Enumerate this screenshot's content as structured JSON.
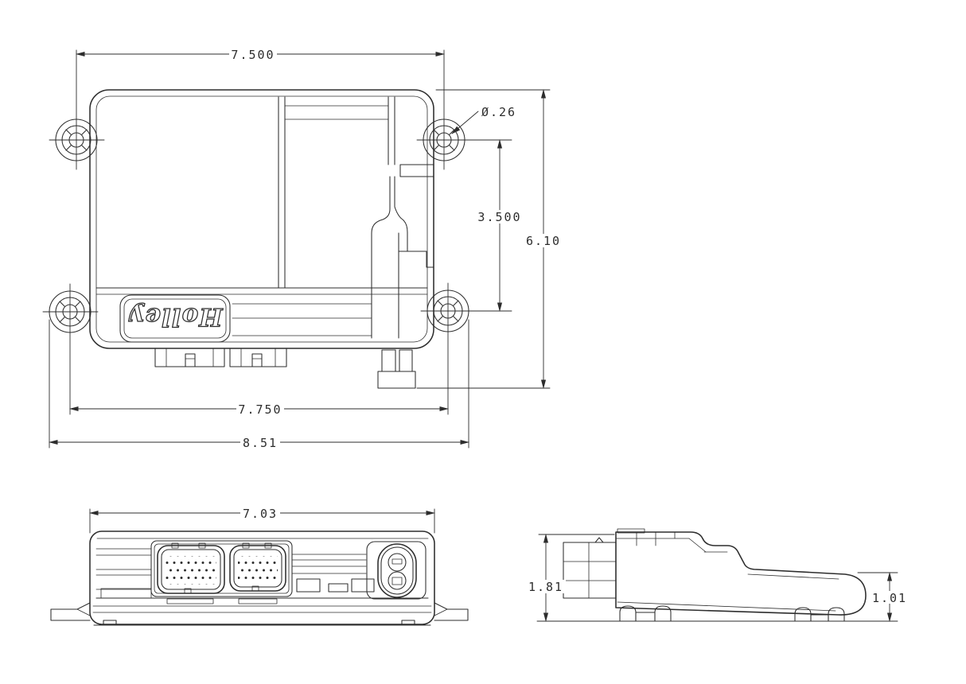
{
  "drawing": {
    "background": "#ffffff",
    "line_color": "#2d2d2d",
    "logo_text": "Holley",
    "views": {
      "top_view": {
        "name": "top-plan-view",
        "dimensions": {
          "top_hole_spacing": "7.500",
          "mounting_hole_diameter": "Ø.26",
          "right_hole_vertical_spacing": "3.500",
          "overall_height": "6.10",
          "bottom_hole_spacing": "7.750",
          "overall_width": "8.51"
        }
      },
      "front_view": {
        "name": "front-connector-view",
        "dimensions": {
          "overall_width": "7.03"
        }
      },
      "side_view": {
        "name": "side-profile-view",
        "dimensions": {
          "overall_height": "1.81",
          "rear_height": "1.01"
        }
      }
    }
  }
}
